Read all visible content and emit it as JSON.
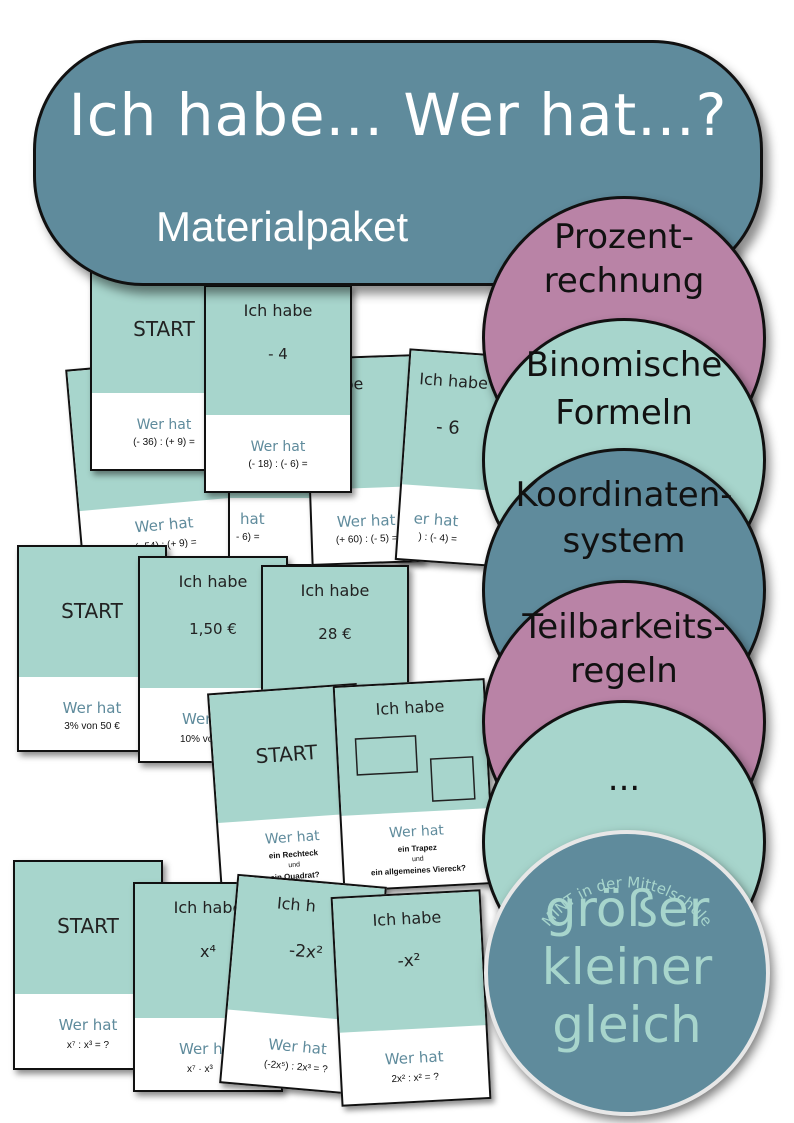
{
  "banner": {
    "title": "Ich habe... Wer hat...?",
    "subtitle": "Materialpaket"
  },
  "colors": {
    "blue": "#5f8b9c",
    "mint": "#a7d5cc",
    "purple": "#b983a6"
  },
  "cards": {
    "g1_back1": {
      "werhat": "Wer hat",
      "q": "(- 54) : (+ 9) ="
    },
    "g1_back2": {
      "werhat": "hat",
      "q": "- 6) ="
    },
    "g1_back3": {
      "top": "be",
      "werhat": "Wer hat",
      "q": "(+ 60) : (- 5) ="
    },
    "g1_back4": {
      "top": "Ich habe",
      "big": "- 6",
      "werhat": "er hat",
      "q": ") : (- 4) ="
    },
    "g1_start": {
      "big": "START",
      "werhat": "Wer hat",
      "q": "(- 36) : (+ 9) ="
    },
    "g1_card2": {
      "top": "Ich habe",
      "big": "- 4",
      "werhat": "Wer hat",
      "q": "(- 18) : (- 6) ="
    },
    "g2_start": {
      "big": "START",
      "werhat": "Wer hat",
      "q": "3% von 50 €"
    },
    "g2_card2": {
      "top": "Ich habe",
      "big": "1,50 €",
      "werhat": "Wer",
      "q": "10% von"
    },
    "g2_card3": {
      "top": "Ich habe",
      "big": "28 €"
    },
    "g3_start": {
      "big": "START",
      "werhat": "Wer hat",
      "q1": "ein Rechteck",
      "q2": "und",
      "q3": "ein Quadrat?"
    },
    "g3_card2": {
      "top": "Ich habe",
      "werhat": "Wer hat",
      "q1": "ein Trapez",
      "q2": "und",
      "q3": "ein allgemeines Viereck?"
    },
    "g4_start": {
      "big": "START",
      "werhat": "Wer hat",
      "q": "x⁷ : x³ = ?"
    },
    "g4_card2": {
      "top": "Ich habe",
      "big": "x⁴",
      "werhat": "Wer h",
      "q": "x⁷ · x³"
    },
    "g4_card3": {
      "top": "Ich h",
      "big": "-2x²",
      "werhat": "Wer hat",
      "q": "(-2x⁵) : 2x³ = ?"
    },
    "g4_card4": {
      "top": "Ich habe",
      "big": "-x²",
      "werhat": "Wer hat",
      "q": "2x² : x² = ?"
    }
  },
  "circles": [
    {
      "line1": "Prozent-",
      "line2": "rechnung",
      "color": "purple"
    },
    {
      "line1": "Binomische",
      "line2": "Formeln",
      "color": "mint"
    },
    {
      "line1": "Koordinaten-",
      "line2": "system",
      "color": "blue"
    },
    {
      "line1": "Teilbarkeits-",
      "line2": "regeln",
      "color": "purple"
    },
    {
      "line1": "...",
      "line2": "",
      "color": "mint"
    }
  ],
  "logo": {
    "arc_text": "MINT in der Mittelschule",
    "words": [
      "größer",
      "kleiner",
      "gleich"
    ]
  }
}
